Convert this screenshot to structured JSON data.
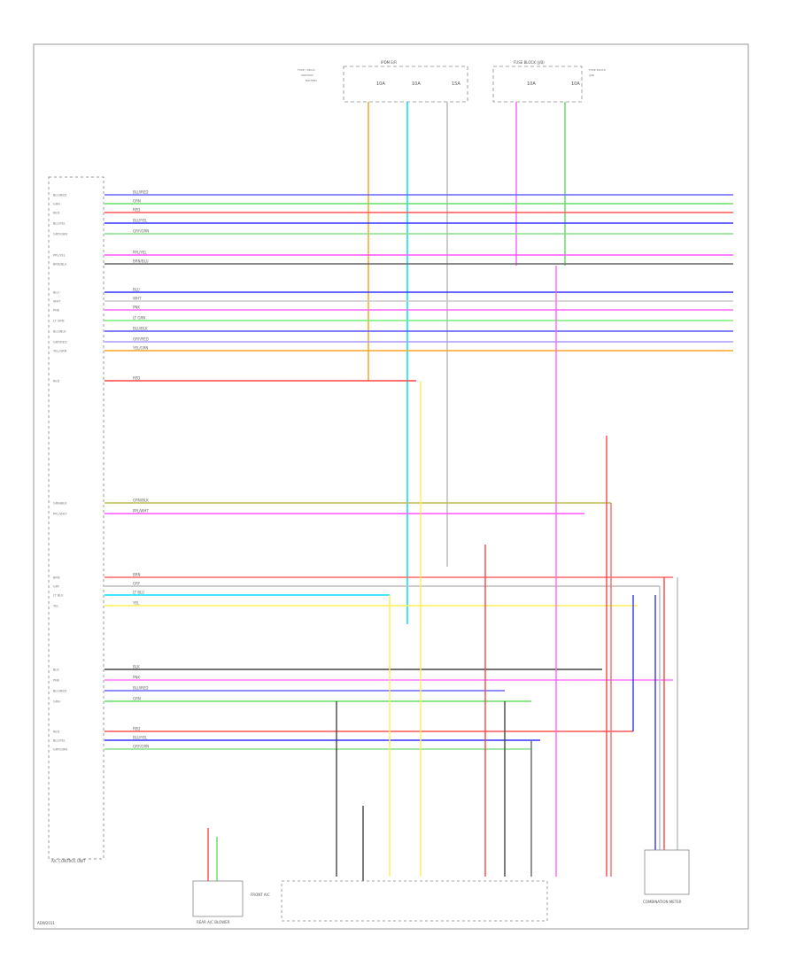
{
  "diagram": {
    "main_label": "A/C CONTROL UNIT",
    "control_block_label": "FRONT A/C",
    "bottom_left_connector_label": "REAR A/C BLOWER",
    "bottom_right_connector_label": "COMBINATION METER",
    "page_code": "ADW2011",
    "top_fuse_blocks": [
      {
        "title": "IPDM E/R",
        "fuses": [
          "10A",
          "10A",
          "15A"
        ]
      },
      {
        "title": "FUSE BLOCK (J/B)",
        "fuses": [
          "10A",
          "10A"
        ]
      }
    ],
    "feeds": [
      {
        "color_name": "orange",
        "color": "#f5a623"
      },
      {
        "color_name": "cyan",
        "color": "#00e0ff"
      },
      {
        "color_name": "gray",
        "color": "#bbbbbb"
      },
      {
        "color_name": "pink",
        "color": "#ff66ff"
      },
      {
        "color_name": "green",
        "color": "#66dd66"
      }
    ],
    "wires": [
      {
        "name": "BLU/RED",
        "color": "#6666ff"
      },
      {
        "name": "GRN",
        "color": "#66dd66"
      },
      {
        "name": "RED",
        "color": "#ff5555"
      },
      {
        "name": "BLU/YEL",
        "color": "#3333ff"
      },
      {
        "name": "GRY/GRN",
        "color": "#88dd88"
      },
      {
        "name": "PPL/YEL",
        "color": "#ff55ff"
      },
      {
        "name": "BRN/BLU",
        "color": "#666666"
      },
      {
        "name": "BLU",
        "color": "#3333ff"
      },
      {
        "name": "WHT",
        "color": "#cccccc"
      },
      {
        "name": "PNK",
        "color": "#ff66ff"
      },
      {
        "name": "LT GRN",
        "color": "#77ee77"
      },
      {
        "name": "BLU/BLK",
        "color": "#5555ff"
      },
      {
        "name": "GRY/RED",
        "color": "#aa99ff"
      },
      {
        "name": "YEL/GRN",
        "color": "#f5a623"
      },
      {
        "name": "RED",
        "color": "#ff4444"
      },
      {
        "name": "GRN/BLK",
        "color": "#bbbb55"
      },
      {
        "name": "PPL/WHT",
        "color": "#ff55ff"
      },
      {
        "name": "BRN",
        "color": "#ff6666"
      },
      {
        "name": "GRY",
        "color": "#bbbbbb"
      },
      {
        "name": "LT BLU",
        "color": "#00e0ff"
      },
      {
        "name": "YEL",
        "color": "#ffee55"
      },
      {
        "name": "BLK",
        "color": "#444444"
      },
      {
        "name": "PNK",
        "color": "#ff77ff"
      }
    ]
  }
}
